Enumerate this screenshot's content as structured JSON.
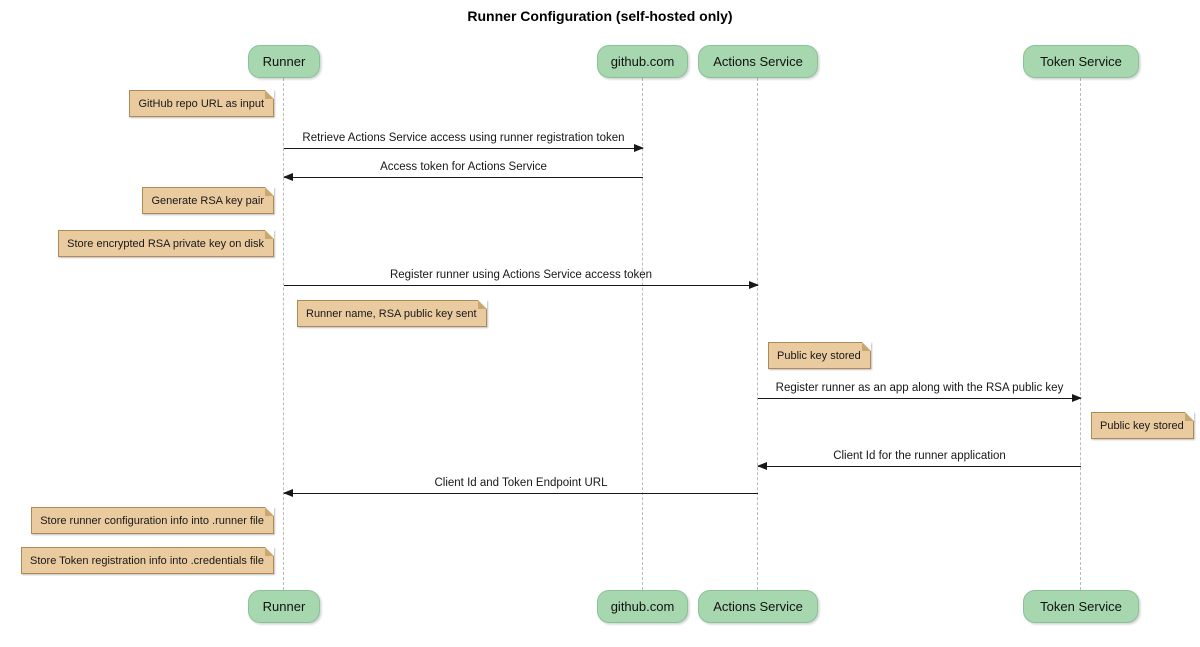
{
  "title": "Runner Configuration (self-hosted only)",
  "diagram_type": "sequence",
  "actors": [
    {
      "name": "Runner"
    },
    {
      "name": "github.com"
    },
    {
      "name": "Actions Service"
    },
    {
      "name": "Token Service"
    }
  ],
  "messages": [
    {
      "from": "Runner",
      "to": "github.com",
      "direction": "right",
      "text": "Retrieve Actions Service access using runner registration token"
    },
    {
      "from": "github.com",
      "to": "Runner",
      "direction": "left",
      "text": "Access token for Actions Service"
    },
    {
      "from": "Runner",
      "to": "Actions Service",
      "direction": "right",
      "text": "Register runner using Actions Service access token"
    },
    {
      "from": "Actions Service",
      "to": "Token Service",
      "direction": "right",
      "text": "Register runner as an app along with the RSA public key"
    },
    {
      "from": "Token Service",
      "to": "Actions Service",
      "direction": "left",
      "text": "Client Id for the runner application"
    },
    {
      "from": "Actions Service",
      "to": "Runner",
      "direction": "left",
      "text": "Client Id and Token Endpoint URL"
    }
  ],
  "notes": [
    {
      "position": "left of Runner",
      "text": "GitHub repo URL as input"
    },
    {
      "position": "left of Runner",
      "text": "Generate RSA key pair"
    },
    {
      "position": "left of Runner",
      "text": "Store encrypted RSA private key on disk"
    },
    {
      "position": "right of Runner",
      "text": "Runner name, RSA public key sent"
    },
    {
      "position": "right of Actions Service",
      "text": "Public key stored"
    },
    {
      "position": "right of Token Service",
      "text": "Public key stored"
    },
    {
      "position": "left of Runner",
      "text": "Store runner configuration info into .runner file"
    },
    {
      "position": "left of Runner",
      "text": "Store Token registration info into .credentials file"
    }
  ],
  "colors": {
    "actor_fill": "#A7D7AF",
    "actor_border": "#8BC197",
    "note_fill": "#EACBA0",
    "note_border": "#AE8A55",
    "note_fold": "#C9A76D",
    "lifeline": "#BBBBBB",
    "arrow": "#181818"
  }
}
